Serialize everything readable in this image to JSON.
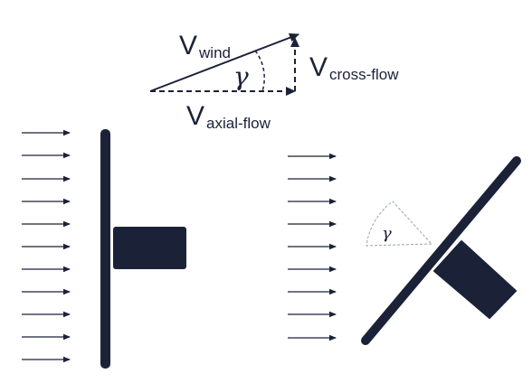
{
  "vector_diagram": {
    "wind": {
      "main": "V",
      "sub": "wind"
    },
    "cross_flow": {
      "main": "V",
      "sub": "cross-flow"
    },
    "axial_flow": {
      "main": "V",
      "sub": "axial-flow"
    },
    "angle_symbol": "γ"
  },
  "rotated_view": {
    "angle_symbol": "γ"
  },
  "colors": {
    "ink": "#1b2238",
    "dashed": "#1b2238",
    "hatch": "#bfc3cc"
  }
}
